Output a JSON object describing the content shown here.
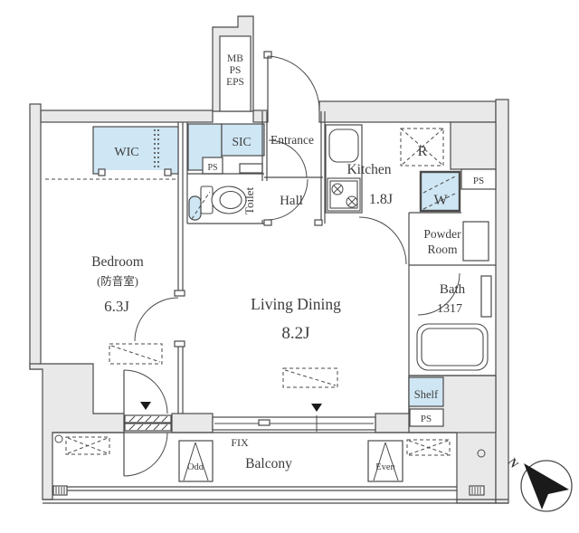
{
  "colors": {
    "wall_fill": "#e9e9e9",
    "line": "#4a4a4a",
    "closet_fill": "#cfe6f4",
    "text": "#3c3c3c",
    "arrow": "#1a1a1a"
  },
  "shaft": {
    "line1": "MB",
    "line2": "PS",
    "line3": "EPS"
  },
  "rooms": {
    "wic": "WIC",
    "sic": "SIC",
    "ps_small": "PS",
    "toilet": "Toilet",
    "entrance": "Entrance",
    "hall": "Hall",
    "kitchen": "Kitchen",
    "kitchen_size": "1.8J",
    "fridge": "R",
    "washer": "W",
    "ps_top": "PS",
    "powder_line1": "Powder",
    "powder_line2": "Room",
    "bath": "Bath",
    "bath_size": "1317",
    "shelf": "Shelf",
    "ps_right": "PS",
    "bedroom": "Bedroom",
    "bedroom_note": "(防音室)",
    "bedroom_size": "6.3J",
    "living": "Living Dining",
    "living_size": "8.2J"
  },
  "balcony": {
    "label": "Balcony",
    "fix": "FIX",
    "odd": "Odd",
    "even": "Even"
  },
  "compass": {
    "north": "N"
  }
}
